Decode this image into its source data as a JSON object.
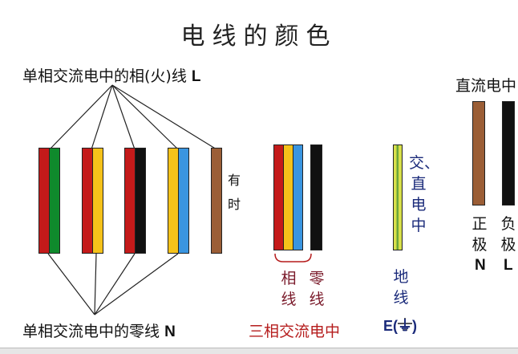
{
  "title": "电线的颜色",
  "single_phase_live": {
    "prefix": "单相交流电中的相(火)线",
    "letter": "L"
  },
  "single_phase_neutral": {
    "prefix": "单相交流电中的零线",
    "letter": "N"
  },
  "sometimes": "有时",
  "three_phase": {
    "label": "三相交流电中",
    "phase": "相线",
    "zero": "零线"
  },
  "ground": {
    "usage": "交、直电中",
    "name": "地线",
    "symbol": "E(⏚)"
  },
  "dc": {
    "title": "直流电中",
    "positive": "正极",
    "positive_letter": "N",
    "negative": "负极",
    "negative_letter": "L"
  },
  "colors": {
    "red": "#c41a1a",
    "green": "#0f8a2c",
    "yellow": "#f5c21a",
    "black": "#111111",
    "blue": "#3a95e0",
    "brown": "#9b5e36",
    "yellow_green": "#d8e04a",
    "bracket": "#b51c1c",
    "maroon": "#7a1a2a",
    "navy": "#1a2a7a"
  }
}
